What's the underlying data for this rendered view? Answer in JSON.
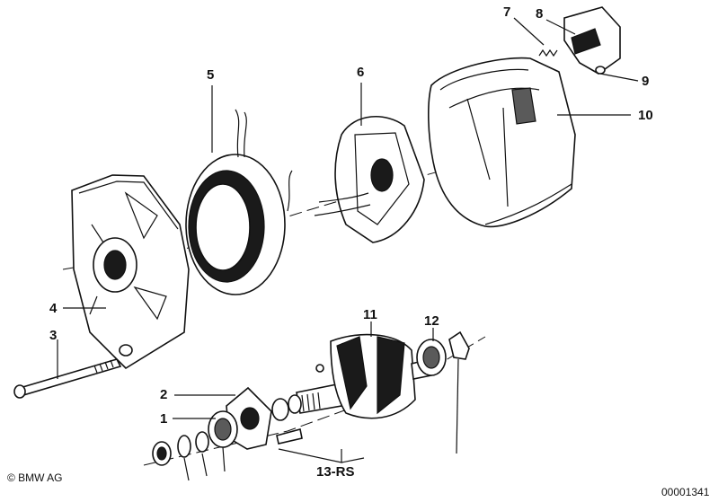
{
  "callouts": {
    "c1": "1",
    "c2": "2",
    "c3": "3",
    "c4": "4",
    "c5": "5",
    "c6": "6",
    "c7": "7",
    "c8": "8",
    "c9": "9",
    "c10": "10",
    "c11": "11",
    "c12": "12",
    "c13": "13-RS"
  },
  "copyright": "© BMW AG",
  "diagram_number": "00001341"
}
